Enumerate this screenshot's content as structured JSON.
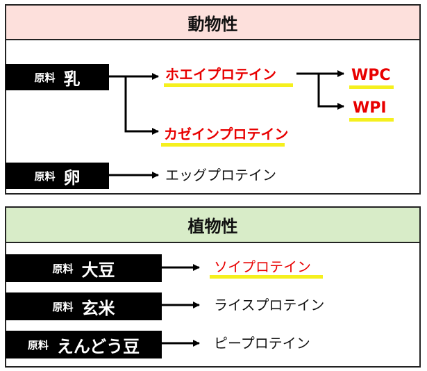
{
  "colors": {
    "animal_header_bg": "#fde0dc",
    "plant_header_bg": "#d8ecc8",
    "highlight_text": "#e80000",
    "underline": "#f5f01e"
  },
  "animal": {
    "title": "動物性",
    "milk": {
      "label": "原料",
      "name": "乳"
    },
    "egg": {
      "label": "原料",
      "name": "卵"
    },
    "whey": "ホエイプロテイン",
    "casein": "カゼインプロテイン",
    "wpc": "WPC",
    "wpi": "WPI",
    "egg_protein": "エッグプロテイン"
  },
  "plant": {
    "title": "植物性",
    "soy": {
      "label": "原料",
      "name": "大豆"
    },
    "rice": {
      "label": "原料",
      "name": "玄米"
    },
    "pea": {
      "label": "原料",
      "name": "えんどう豆"
    },
    "soy_protein": "ソイプロテイン",
    "rice_protein": "ライスプロテイン",
    "pea_protein": "ピープロテイン"
  }
}
